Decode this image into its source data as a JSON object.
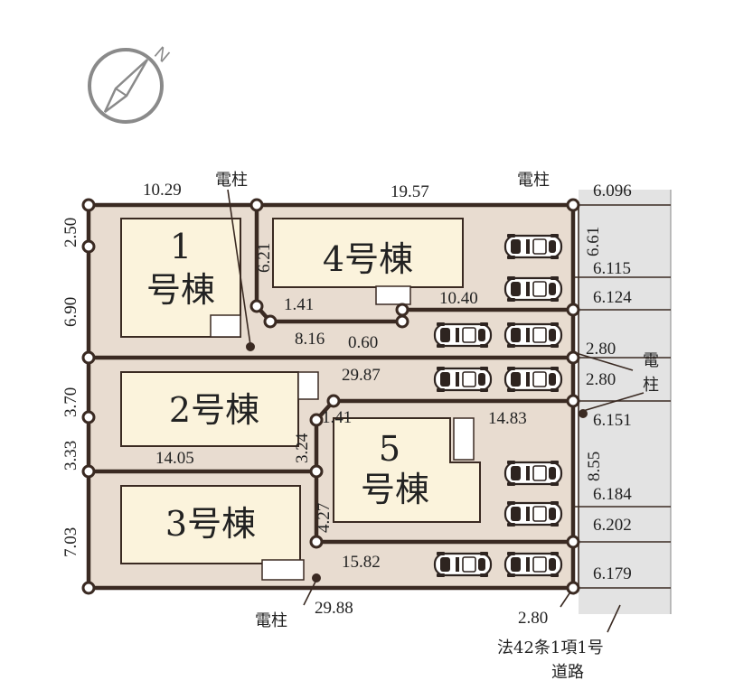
{
  "compass": {
    "north_label": "N"
  },
  "buildings": {
    "b1": {
      "num": "1",
      "label": "号棟"
    },
    "b2": {
      "label": "2号棟"
    },
    "b3": {
      "label": "3号棟"
    },
    "b4": {
      "label": "4号棟"
    },
    "b5": {
      "num": "5",
      "label": "号棟"
    }
  },
  "dims": {
    "top_left": "10.29",
    "top_right": "19.57",
    "left_1": "2.50",
    "left_2": "6.90",
    "left_3": "3.70",
    "left_4": "3.33",
    "left_5": "7.03",
    "d621": "6.21",
    "d141a": "1.41",
    "d816": "8.16",
    "d060": "0.60",
    "d1040": "10.40",
    "d2987": "29.87",
    "d141b": "1.41",
    "d1483": "14.83",
    "d1405": "14.05",
    "d324": "3.24",
    "d427": "4.27",
    "d1582": "15.82",
    "d2988": "29.88",
    "d661": "6.61",
    "d855": "8.55",
    "r1": "6.096",
    "r2": "6.115",
    "r3": "6.124",
    "r4": "2.80",
    "r5": "2.80",
    "r6": "6.151",
    "r7": "6.184",
    "r8": "6.202",
    "r9": "6.179",
    "r10": "2.80"
  },
  "labels": {
    "pole_top_left": "電柱",
    "pole_top_right": "電柱",
    "pole_right_1": "電",
    "pole_right_2": "柱",
    "pole_bottom": "電柱",
    "road_1": "法42条1項1号",
    "road_2": "道路"
  },
  "colors": {
    "lot_fill": "#e8dcd0",
    "building_fill": "#fbf3dc",
    "road_fill": "#e3e3e3",
    "line": "#3a2a22"
  }
}
